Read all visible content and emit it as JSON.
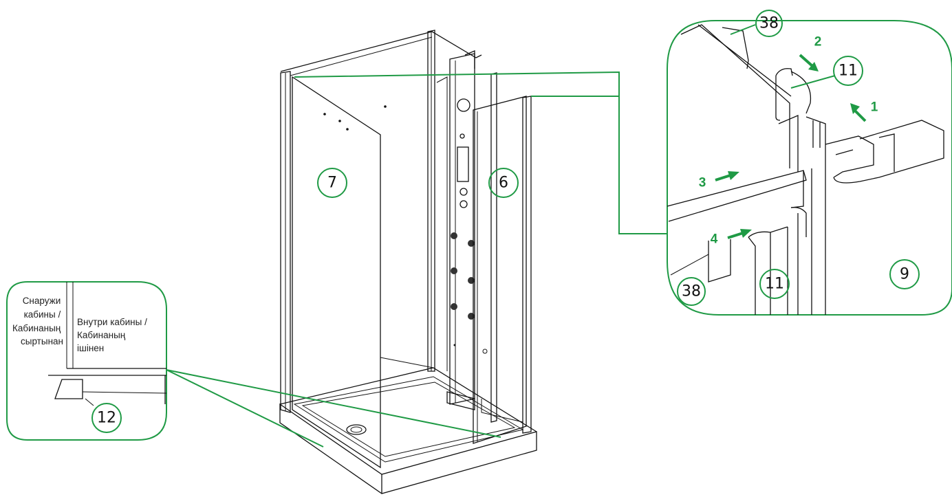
{
  "callouts": {
    "c7": "7",
    "c6": "6",
    "c9": "9",
    "c11_top": "11",
    "c11_bottom": "11",
    "c38_top": "38",
    "c38_bottom": "38",
    "c12": "12"
  },
  "arrows": {
    "a1": "1",
    "a2": "2",
    "a3": "3",
    "a4": "4"
  },
  "inset_left": {
    "outside_lines": [
      "Снаружи",
      "кабины /",
      "Кабинаның",
      "сыртынан"
    ],
    "inside_lines": [
      "Внутри кабины /",
      "Кабинаның",
      "ішінен"
    ]
  },
  "colors": {
    "accent": "#1f9a45",
    "line": "#111111"
  }
}
